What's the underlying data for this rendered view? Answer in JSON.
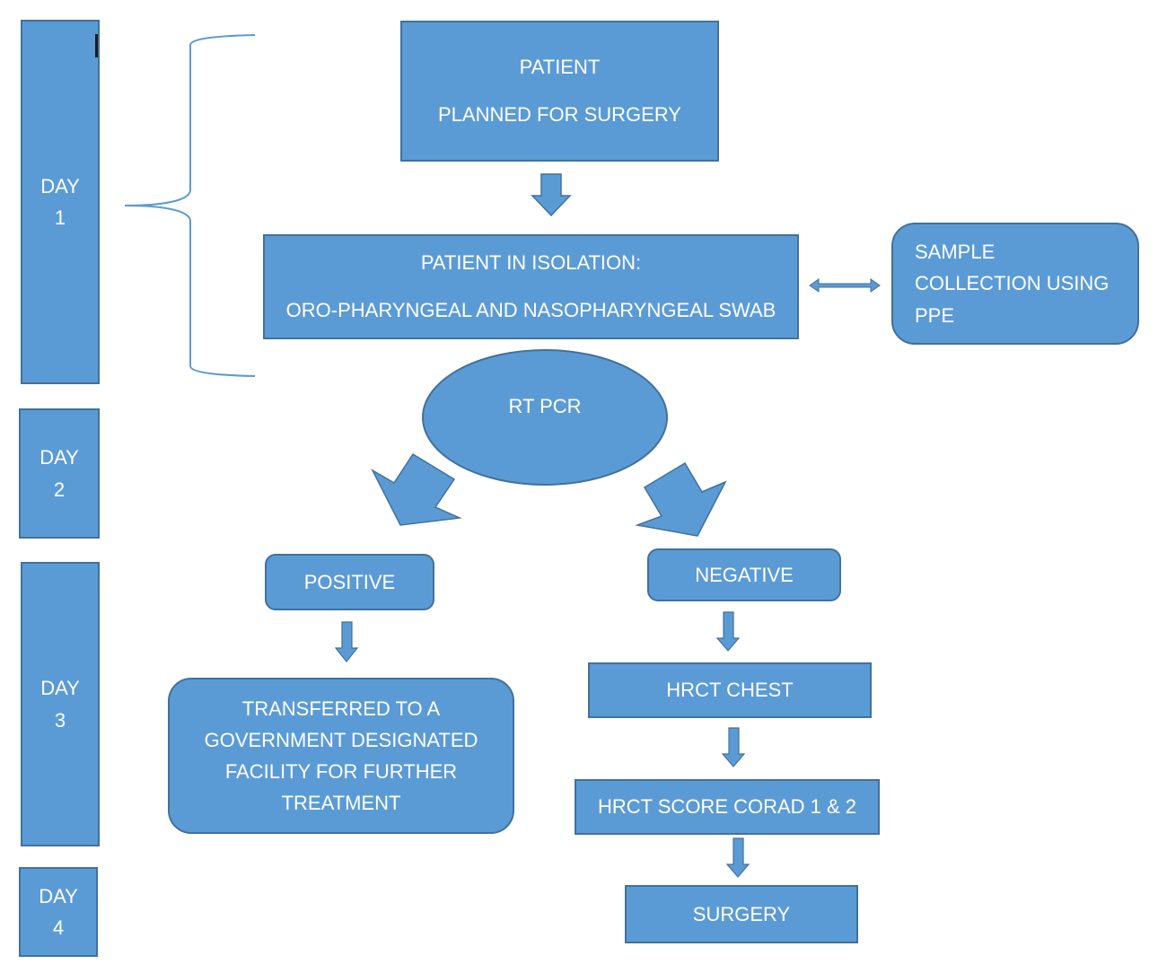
{
  "colors": {
    "fill": "#5b9bd5",
    "border": "#41719c",
    "text": "#ffffff",
    "brace": "#5b9bd5"
  },
  "days": [
    {
      "label": "DAY",
      "number": "1"
    },
    {
      "label": "DAY",
      "number": "2"
    },
    {
      "label": "DAY",
      "number": "3"
    },
    {
      "label": "DAY",
      "number": "4"
    }
  ],
  "nodes": {
    "patient_planned": {
      "lines": [
        "PATIENT",
        "PLANNED FOR SURGERY"
      ]
    },
    "isolation": {
      "lines": [
        "PATIENT IN ISOLATION:",
        "ORO-PHARYNGEAL AND NASOPHARYNGEAL SWAB"
      ]
    },
    "sample_collection": {
      "lines": [
        "SAMPLE",
        "COLLECTION USING",
        "PPE"
      ]
    },
    "rt_pcr": {
      "label": "RT PCR"
    },
    "positive": {
      "label": "POSITIVE"
    },
    "negative": {
      "label": "NEGATIVE"
    },
    "transferred": {
      "lines": [
        "TRANSFERRED TO A",
        "GOVERNMENT DESIGNATED",
        "FACILITY FOR FURTHER",
        "TREATMENT"
      ]
    },
    "hrct_chest": {
      "label": "HRCT CHEST"
    },
    "hrct_score": {
      "label": "HRCT SCORE CORAD 1 & 2"
    },
    "surgery": {
      "label": "SURGERY"
    }
  }
}
